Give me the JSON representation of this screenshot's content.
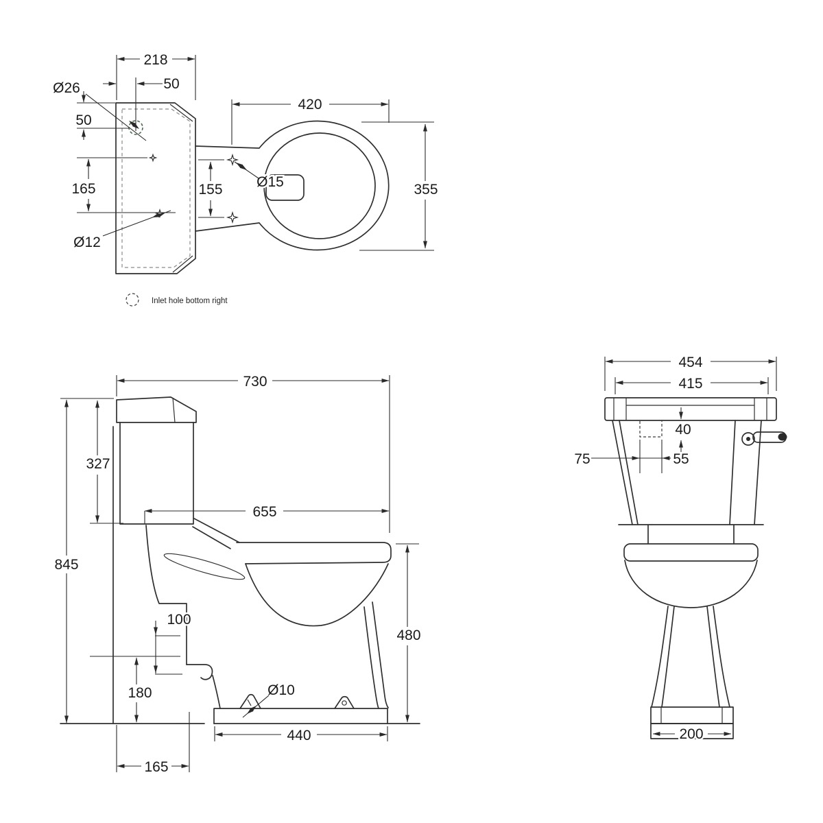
{
  "page": {
    "background": "#ffffff",
    "line_color": "#2f2f2f",
    "accent_green": "#4a6b52"
  },
  "legend": {
    "label": "Inlet hole bottom right"
  },
  "plan_view": {
    "cistern_width": "218",
    "inlet_offset_x": "50",
    "inlet_diameter": "Ø26",
    "inlet_offset_y": "50",
    "fixing_spacing": "165",
    "fixing_diameter": "Ø12",
    "seat_fixing_spacing": "155",
    "seat_fixing_diameter": "Ø15",
    "bowl_length": "420",
    "bowl_width": "355"
  },
  "side_view": {
    "overall_depth": "730",
    "cistern_height": "327",
    "overall_height": "845",
    "pan_projection": "655",
    "outlet_upper": "100",
    "outlet_lower": "180",
    "fixing_hole_diameter": "Ø10",
    "base_depth": "440",
    "outlet_setback": "165",
    "pan_height": "480"
  },
  "front_view": {
    "cistern_lid_width": "454",
    "cistern_body_width": "415",
    "inlet_drop": "40",
    "inlet_offset_left": "75",
    "inlet_width": "55",
    "pedestal_base_width": "200"
  }
}
